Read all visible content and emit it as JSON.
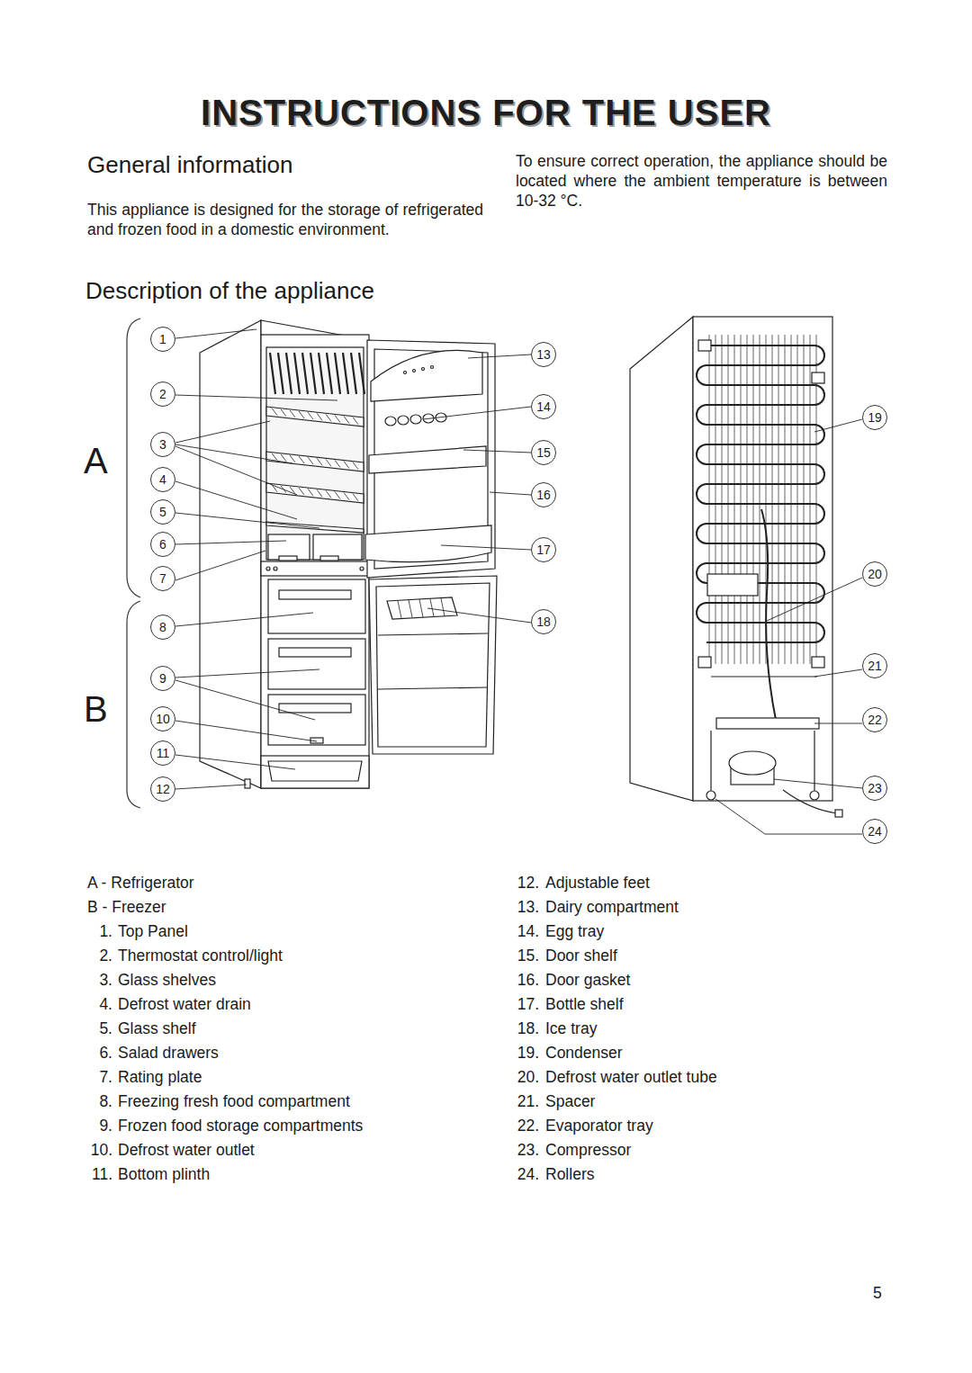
{
  "diagram": {
    "title": "INSTRUCTIONS FOR THE USER",
    "nodes": [
      {
        "text": [
          "1"
        ]
      },
      {
        "text": [
          "2"
        ]
      },
      {
        "text": [
          "3"
        ]
      },
      {
        "text": [
          "4"
        ]
      },
      {
        "text": [
          "5"
        ]
      },
      {
        "text": [
          "6"
        ]
      },
      {
        "text": [
          "7"
        ]
      },
      {
        "text": [
          "8"
        ]
      },
      {
        "text": [
          "9"
        ]
      },
      {
        "text": [
          "10"
        ]
      },
      {
        "text": [
          "11"
        ]
      },
      {
        "text": [
          "12"
        ]
      },
      {
        "text": [
          "13"
        ]
      },
      {
        "text": [
          "14"
        ]
      },
      {
        "text": [
          "15"
        ]
      },
      {
        "text": [
          "16"
        ]
      },
      {
        "text": [
          "17"
        ]
      },
      {
        "text": [
          "18"
        ]
      },
      {
        "text": [
          "19"
        ]
      },
      {
        "text": [
          "20"
        ]
      },
      {
        "text": [
          "21"
        ]
      },
      {
        "text": [
          "22"
        ]
      },
      {
        "text": [
          "23"
        ]
      },
      {
        "text": [
          "24"
        ]
      }
    ],
    "labels": [
      "General information",
      "This appliance is designed for the storage of refrigerated and frozen food in a domestic environment.",
      "To ensure correct operation, the appliance should be located where the ambient temperature is between 10-32 °C.",
      "Description of the appliance",
      "A",
      "B",
      "A - Refrigerator",
      "B - Freezer",
      "1.",
      "Top Panel",
      "2.",
      "Thermostat control/light",
      "3.",
      "Glass shelves",
      "4.",
      "Defrost water drain",
      "5.",
      "Glass shelf",
      "6.",
      "Salad drawers",
      "7.",
      "Rating plate",
      "8.",
      "Freezing fresh food compartment",
      "9.",
      "Frozen food storage compartments",
      "10.",
      "Defrost water outlet",
      "11.",
      "Bottom plinth",
      "12.",
      "Adjustable feet",
      "13.",
      "Dairy compartment",
      "14.",
      "Egg tray",
      "15.",
      "Door shelf",
      "16.",
      "Door gasket",
      "17.",
      "Bottle shelf",
      "18.",
      "Ice tray",
      "19.",
      "Condenser",
      "20.",
      "Defrost water outlet tube",
      "21.",
      "Spacer",
      "22.",
      "Evaporator tray",
      "23.",
      "Compressor",
      "24.",
      "Rollers",
      "5"
    ]
  }
}
